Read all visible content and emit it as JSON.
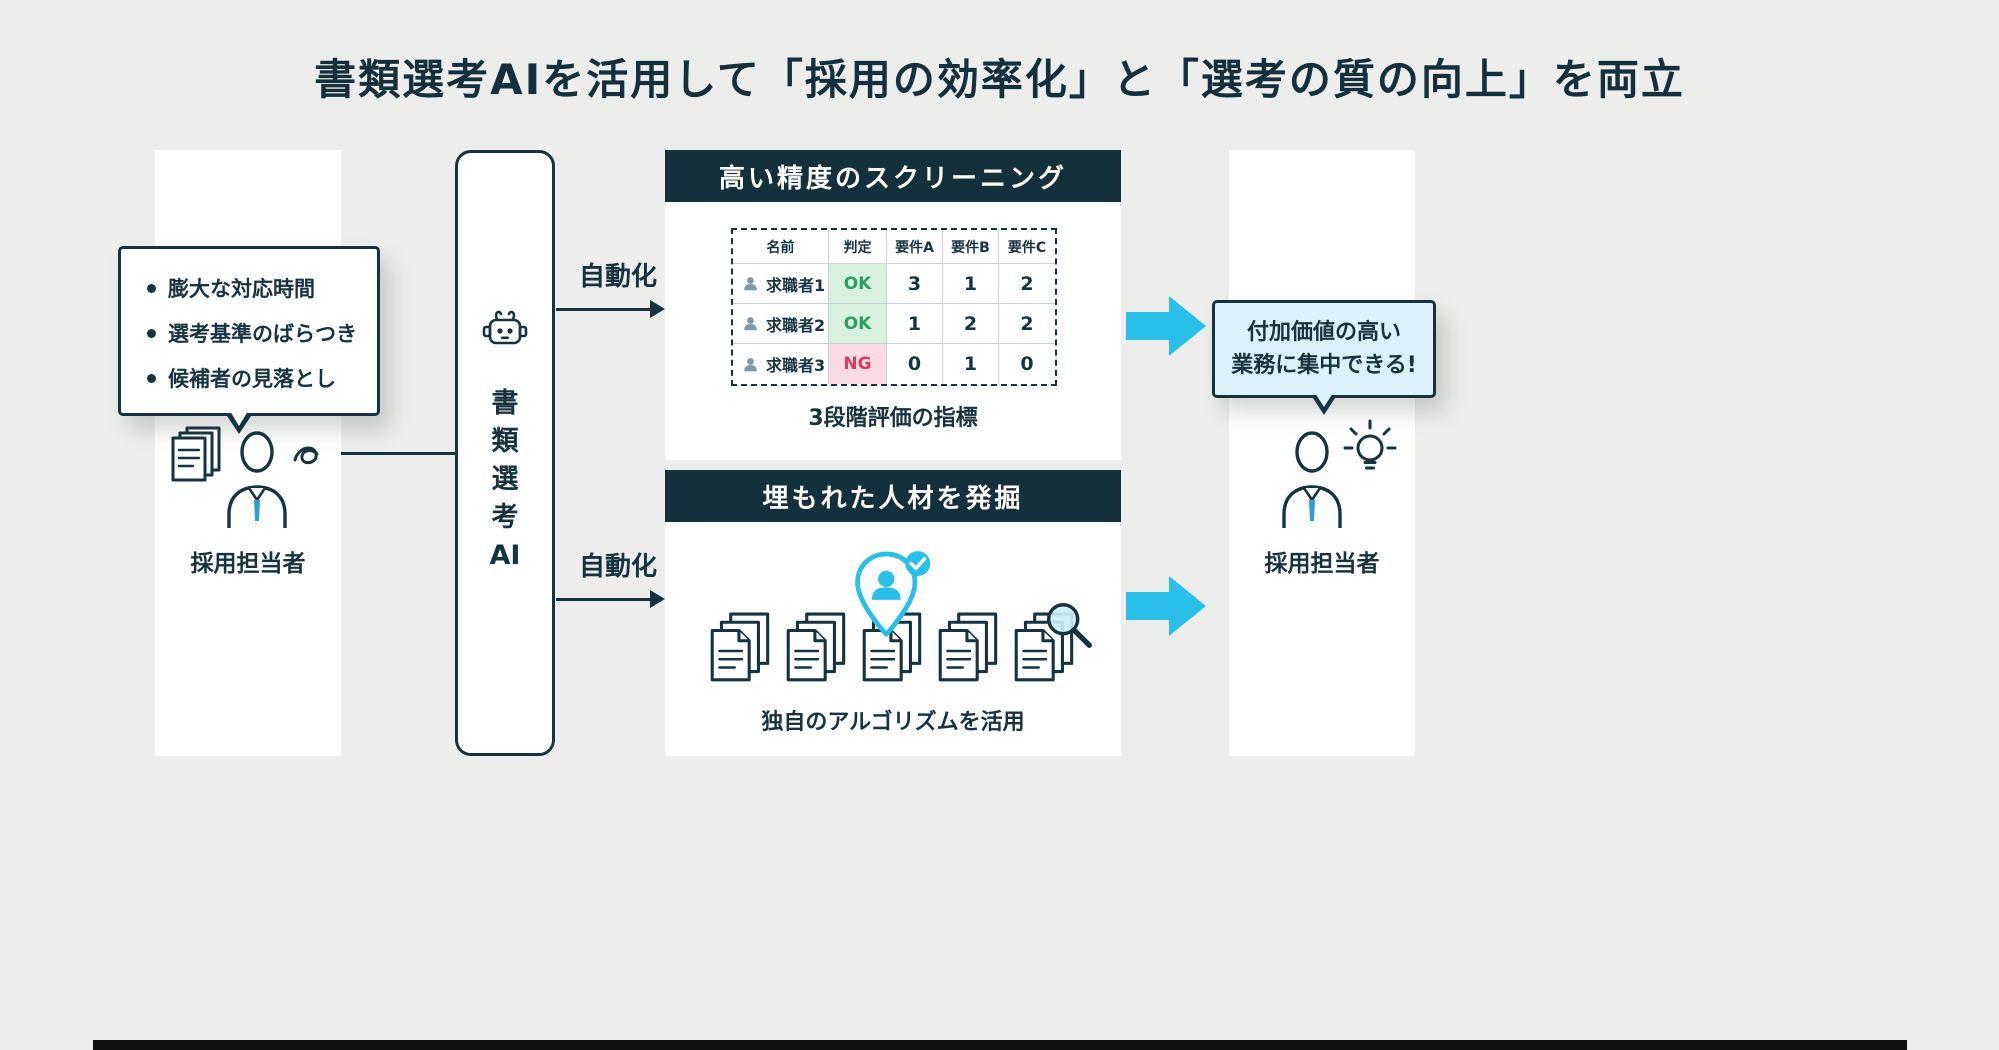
{
  "title": "書類選考AIを活用して「採用の効率化」と「選考の質の向上」を両立",
  "colors": {
    "background": "#edeeec",
    "navy": "#17333f",
    "cyan": "#29bfe8",
    "ok_green": "#2ba05c",
    "ok_bg": "#d9f2df",
    "ng_red": "#d63c62",
    "ng_bg": "#fbdbe3",
    "benefit_bubble_bg": "#dcf2fa"
  },
  "left_actor": {
    "pain_points": [
      "膨大な対応時間",
      "選考基準のばらつき",
      "候補者の見落とし"
    ],
    "label": "採用担当者"
  },
  "ai_box": {
    "chars": [
      "書",
      "類",
      "選",
      "考",
      "AI"
    ]
  },
  "flows": {
    "automation_top_label": "自動化",
    "automation_bottom_label": "自動化"
  },
  "screening_panel": {
    "header": "高い精度のスクリーニング",
    "table": {
      "columns": [
        "名前",
        "判定",
        "要件A",
        "要件B",
        "要件C"
      ],
      "rows": [
        {
          "name": "求職者1",
          "judgment": "OK",
          "req_a": "3",
          "req_b": "1",
          "req_c": "2"
        },
        {
          "name": "求職者2",
          "judgment": "OK",
          "req_a": "1",
          "req_b": "2",
          "req_c": "2"
        },
        {
          "name": "求職者3",
          "judgment": "NG",
          "req_a": "0",
          "req_b": "1",
          "req_c": "0"
        }
      ]
    },
    "caption": "3段階評価の指標"
  },
  "talent_panel": {
    "header": "埋もれた人材を発掘",
    "caption": "独自のアルゴリズムを活用"
  },
  "right_actor": {
    "benefit_lines": [
      "付加価値の高い",
      "業務に集中できる!"
    ],
    "label": "採用担当者"
  }
}
